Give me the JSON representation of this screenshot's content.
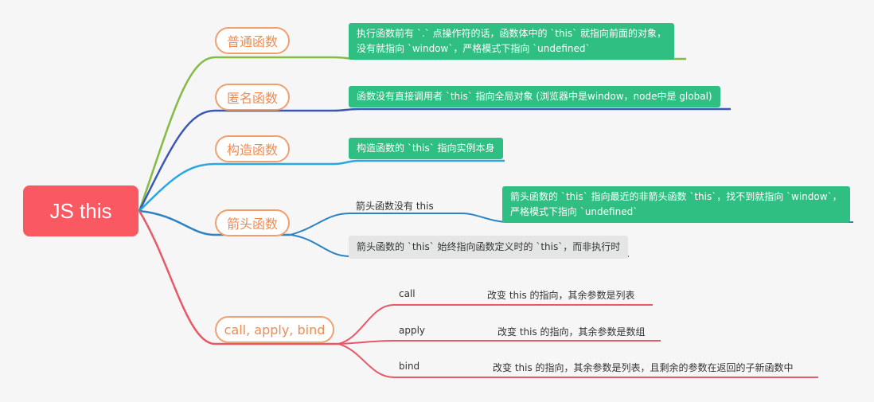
{
  "root": {
    "label": "JS this"
  },
  "branches": {
    "normal": {
      "label": "普通函数",
      "note": [
        "执行函数前有 `.` 点操作符的话，函数体中的 `this` 就指向前面的对象，",
        "没有就指向 `window`，严格模式下指向 `undefined`"
      ]
    },
    "anonymous": {
      "label": "匿名函数",
      "note": "函数没有直接调用者 `this` 指向全局对象 (浏览器中是window，node中是 global)"
    },
    "constructor": {
      "label": "构造函数",
      "note": "构造函数的 `this` 指向实例本身"
    },
    "arrow": {
      "label": "箭头函数",
      "sub_label": "箭头函数没有 this",
      "sub_note": [
        "箭头函数的 `this` 指向最近的非箭头函数 `this`，找不到就指向 `window`，",
        "严格模式下指向 `undefined`"
      ],
      "note2": "箭头函数的 `this` 始终指向函数定义时的 `this`，而非执行时"
    },
    "cab": {
      "label": "call, apply, bind",
      "items": [
        {
          "name": "call",
          "desc": "改变 this 的指向，其余参数是列表"
        },
        {
          "name": "apply",
          "desc": "改变 this 的指向，其余参数是数组"
        },
        {
          "name": "bind",
          "desc": "改变 this 的指向，其余参数是列表，且剩余的参数在返回的子新函数中"
        }
      ]
    }
  },
  "colors": {
    "root": "#fb5961",
    "branch_border": "#f0a070",
    "branch_text": "#f08a50",
    "note_green": "#2fbf82",
    "note_gray": "#e3e6e4",
    "line_normal": "#84bb45",
    "line_anonymous": "#3a57b6",
    "line_constructor": "#27a8e3",
    "line_arrow": "#2b83c4",
    "line_cab": "#e85867"
  }
}
